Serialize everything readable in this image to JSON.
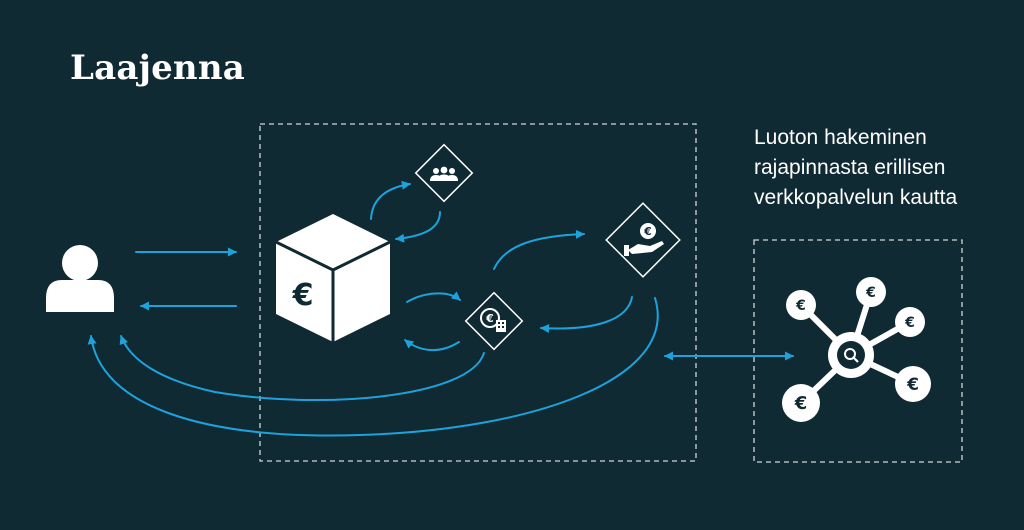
{
  "title": "Laajenna",
  "caption": {
    "line1": "Luoton hakeminen",
    "line2": "rajapinnasta erillisen",
    "line3": "verkkopalvelun kautta"
  },
  "colors": {
    "background": "#102a33",
    "arrow": "#1ea2dc",
    "icon": "#ffffff",
    "dashed_border": "#cfd6d9"
  },
  "icons": {
    "user": "user-icon",
    "cube": "euro-cube-icon",
    "people": "people-icon",
    "calculator": "euro-calculator-icon",
    "hand_coin": "hand-euro-coin-icon",
    "network": "euro-search-network-icon",
    "node_symbol": "€"
  }
}
